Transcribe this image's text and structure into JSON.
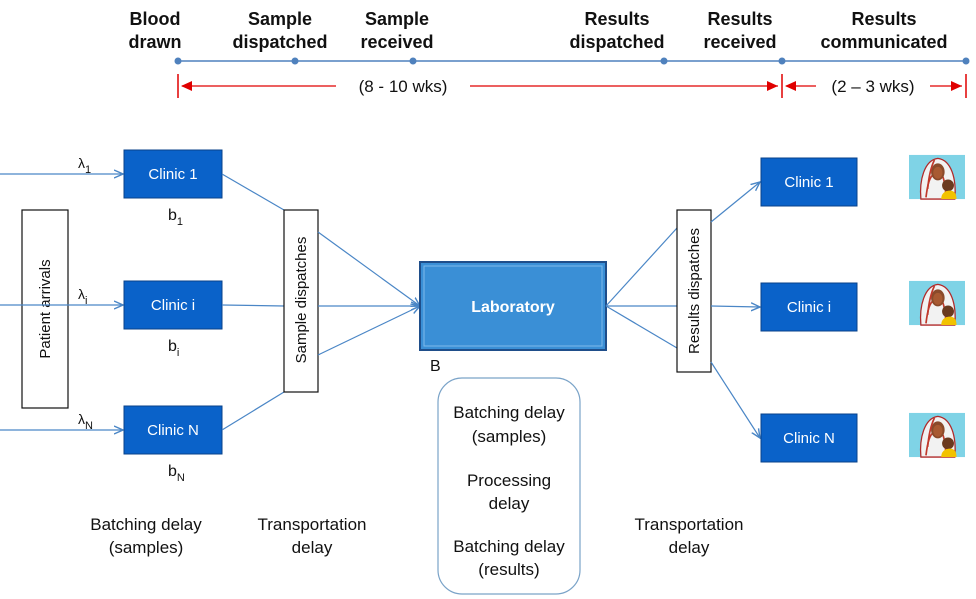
{
  "timeline": {
    "events": [
      {
        "line1": "Blood",
        "line2": "drawn"
      },
      {
        "line1": "Sample",
        "line2": "dispatched"
      },
      {
        "line1": "Sample",
        "line2": "received"
      },
      {
        "line1": "Results",
        "line2": "dispatched"
      },
      {
        "line1": "Results",
        "line2": "received"
      },
      {
        "line1": "Results",
        "line2": "communicated"
      }
    ],
    "duration_1": "(8 - 10 wks)",
    "duration_2": "(2 – 3 wks)",
    "colors": {
      "line": "#4f81bd",
      "dot": "#4f81bd",
      "arrow": "#e00000"
    }
  },
  "left": {
    "patient_arrivals": "Patient arrivals",
    "clinics": [
      {
        "label": "Clinic 1",
        "rate_symbol": "λ",
        "rate_sub": "1",
        "batch_symbol": "b",
        "batch_sub": "1"
      },
      {
        "label": "Clinic i",
        "rate_symbol": "λ",
        "rate_sub": "i",
        "batch_symbol": "b",
        "batch_sub": "i"
      },
      {
        "label": "Clinic N",
        "rate_symbol": "λ",
        "rate_sub": "N",
        "batch_symbol": "b",
        "batch_sub": "N"
      }
    ],
    "sample_dispatches": "Sample dispatches"
  },
  "lab": {
    "label": "Laboratory",
    "batch_symbol": "B",
    "delays": [
      {
        "line1": "Batching delay",
        "line2": "(samples)"
      },
      {
        "line1": "Processing",
        "line2": "delay"
      },
      {
        "line1": "Batching delay",
        "line2": "(results)"
      }
    ]
  },
  "right": {
    "results_dispatches": "Results dispatches",
    "clinics": [
      "Clinic 1",
      "Clinic i",
      "Clinic N"
    ],
    "patient_icon": "mother-and-child-icon"
  },
  "bottom": {
    "batching": {
      "line1": "Batching delay",
      "line2": "(samples)"
    },
    "transport_left": {
      "line1": "Transportation",
      "line2": "delay"
    },
    "transport_right": {
      "line1": "Transportation",
      "line2": "delay"
    }
  },
  "colors": {
    "clinic_fill": "#0a62c9",
    "lab_fill": "#3a8fd6",
    "connector": "#4a86c6"
  }
}
